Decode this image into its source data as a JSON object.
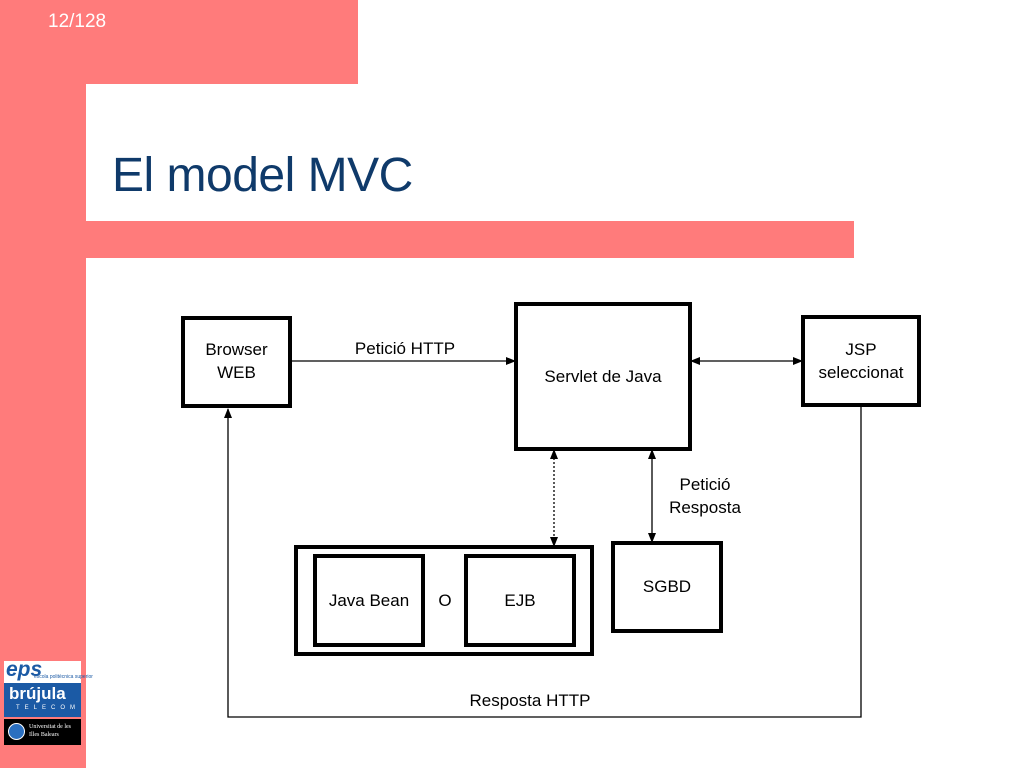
{
  "slide": {
    "page_number": "12/128",
    "title": "El model MVC"
  },
  "diagram": {
    "browser_line1": "Browser",
    "browser_line2": "WEB",
    "servlet": "Servlet de Java",
    "jsp_line1": "JSP",
    "jsp_line2": "seleccionat",
    "java_bean": "Java Bean",
    "or_label": "O",
    "ejb": "EJB",
    "sgbd": "SGBD",
    "http_request": "Petició HTTP",
    "db_label_line1": "Petició",
    "db_label_line2": "Resposta",
    "http_response": "Resposta HTTP"
  },
  "logos": {
    "eps_text": "eps",
    "eps_subtext": "escola politècnica superior",
    "brujula_text": "brújula",
    "brujula_subtext": "TELECOM",
    "uib_line1": "Universitat de les",
    "uib_line2": "Illes Balears"
  },
  "colors": {
    "band": "#ff7b7b",
    "title": "#0f3a6a",
    "brujula_bg": "#1b5aa5"
  }
}
